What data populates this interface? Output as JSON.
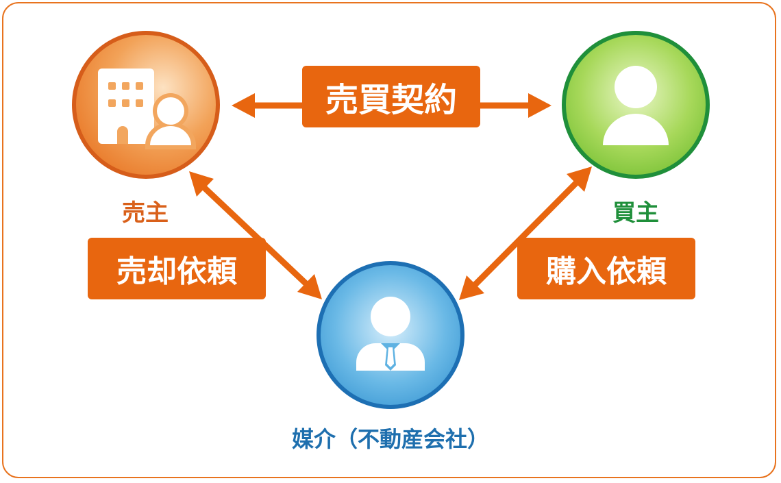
{
  "colors": {
    "relation": "#e8660f",
    "frame": "#e8731e",
    "seller": "#d9601a",
    "buyer": "#1f8f3a",
    "agent": "#1e6fae"
  },
  "nodes": {
    "seller": {
      "label": "売主",
      "icon": "building-person-icon"
    },
    "buyer": {
      "label": "買主",
      "icon": "person-icon"
    },
    "agent": {
      "label": "媒介（不動産会社）",
      "icon": "businessperson-icon"
    }
  },
  "relations": {
    "contract": "売買契約",
    "sell_request": "売却依頼",
    "buy_request": "購入依頼"
  }
}
